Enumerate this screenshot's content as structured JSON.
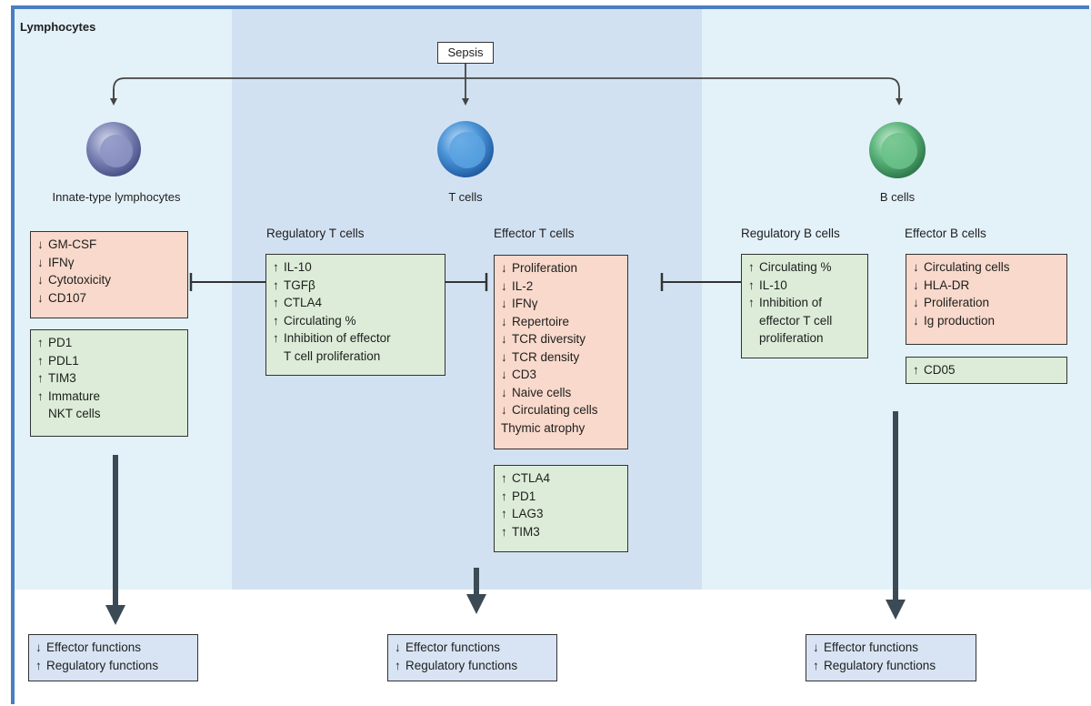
{
  "title": "Lymphocytes",
  "sepsis": "Sepsis",
  "columns": {
    "innate": {
      "label": "Innate-type lymphocytes",
      "decreased": [
        "GM-CSF",
        "IFNγ",
        "Cytotoxicity",
        "CD107"
      ],
      "increased_lines": [
        {
          "sym": "↑",
          "text": "PD1"
        },
        {
          "sym": "↑",
          "text": "PDL1"
        },
        {
          "sym": "↑",
          "text": "TIM3"
        },
        {
          "sym": "↑",
          "text": "Immature"
        },
        {
          "sym": "",
          "text": "NKT cells"
        }
      ]
    },
    "t": {
      "label": "T cells",
      "reg_heading": "Regulatory T cells",
      "reg_lines": [
        {
          "sym": "↑",
          "text": "IL-10"
        },
        {
          "sym": "↑",
          "text": "TGFβ"
        },
        {
          "sym": "↑",
          "text": "CTLA4"
        },
        {
          "sym": "↑",
          "text": "Circulating %"
        },
        {
          "sym": "↑",
          "text": "Inhibition of effector"
        },
        {
          "sym": "",
          "text": "T cell proliferation"
        }
      ],
      "eff_heading": "Effector T cells",
      "eff_lines": [
        {
          "sym": "↓",
          "text": "Proliferation"
        },
        {
          "sym": "↓",
          "text": "IL-2"
        },
        {
          "sym": "↓",
          "text": "IFNγ"
        },
        {
          "sym": "↓",
          "text": "Repertoire"
        },
        {
          "sym": "↓",
          "text": "TCR diversity"
        },
        {
          "sym": "↓",
          "text": "TCR density"
        },
        {
          "sym": "↓",
          "text": "CD3"
        },
        {
          "sym": "↓",
          "text": "Naive cells"
        },
        {
          "sym": "↓",
          "text": "Circulating cells"
        },
        {
          "sym": "",
          "text": "Thymic atrophy"
        }
      ],
      "eff_increased": [
        "CTLA4",
        "PD1",
        "LAG3",
        "TIM3"
      ]
    },
    "b": {
      "label": "B cells",
      "reg_heading": "Regulatory B cells",
      "reg_lines": [
        {
          "sym": "↑",
          "text": "Circulating %"
        },
        {
          "sym": "↑",
          "text": "IL-10"
        },
        {
          "sym": "↑",
          "text": "Inhibition of"
        },
        {
          "sym": "",
          "text": "effector T cell"
        },
        {
          "sym": "",
          "text": "proliferation"
        }
      ],
      "eff_heading": "Effector B cells",
      "eff_decreased": [
        "Circulating cells",
        "HLA-DR",
        "Proliferation",
        "Ig production"
      ],
      "eff_increased": [
        "CD05"
      ]
    }
  },
  "outcome": {
    "effector": "Effector functions",
    "regulatory": "Regulatory functions"
  },
  "colors": {
    "frame": "#4a7ec0",
    "panel_light": "#e3f1f9",
    "panel_mid": "#d2e1f2",
    "red_box": "#f8d9cb",
    "green_box": "#dcecd8",
    "outcome_box": "#d8e4f3",
    "innate_cell": "#7f87b7",
    "t_cell": "#4b93d6",
    "b_cell": "#5cb57c",
    "arrow": "#3b4a55"
  }
}
